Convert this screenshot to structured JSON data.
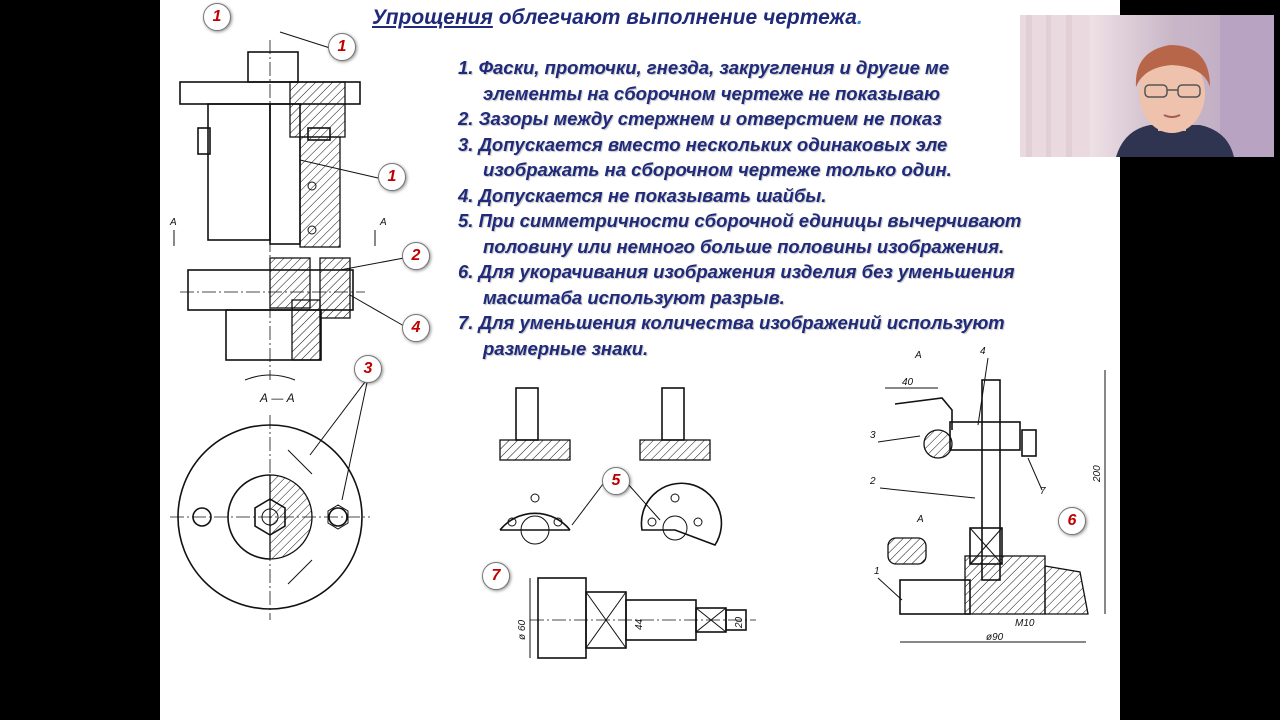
{
  "title": {
    "underlined": "Упрощения",
    "rest": " облегчают выполнение чертежа",
    "dot": "."
  },
  "list_lines": [
    "1. Фаски, проточки, гнезда, закругления и другие ме",
    "элементы на сборочном чертеже не показываю",
    "2. Зазоры между стержнем и отверстием не показ",
    "3. Допускается вместо нескольких одинаковых эле",
    "изображать на сборочном чертеже только один.",
    "4. Допускается не показывать шайбы.",
    "5. При симметричности сборочной единицы вычерчивают",
    "половину или немного больше половины изображения.",
    "6. Для укорачивания изображения изделия без уменьшения",
    "масштаба используют разрыв.",
    "7. Для уменьшения количества изображений используют",
    "размерные знаки."
  ],
  "callouts": {
    "c1a": "1",
    "c1b": "1",
    "c1c": "1",
    "c2": "2",
    "c4": "4",
    "c3": "3",
    "c5": "5",
    "c6": "6",
    "c7": "7"
  },
  "drawing_labels": {
    "section": "А — А",
    "a": "А",
    "dim_d60": "ø 60",
    "dim_44": "44",
    "dim_20": "20",
    "dim_40": "40",
    "dim_200": "200",
    "dim_m10": "M10",
    "dim_d90": "ø90",
    "num1": "1",
    "num2": "2",
    "num3": "3",
    "num4": "4",
    "num7": "7"
  },
  "colors": {
    "text": "#1f2a7a",
    "callout": "#c00000",
    "accent": "#2b8fd6"
  },
  "icons": [
    "presenter-webcam"
  ]
}
